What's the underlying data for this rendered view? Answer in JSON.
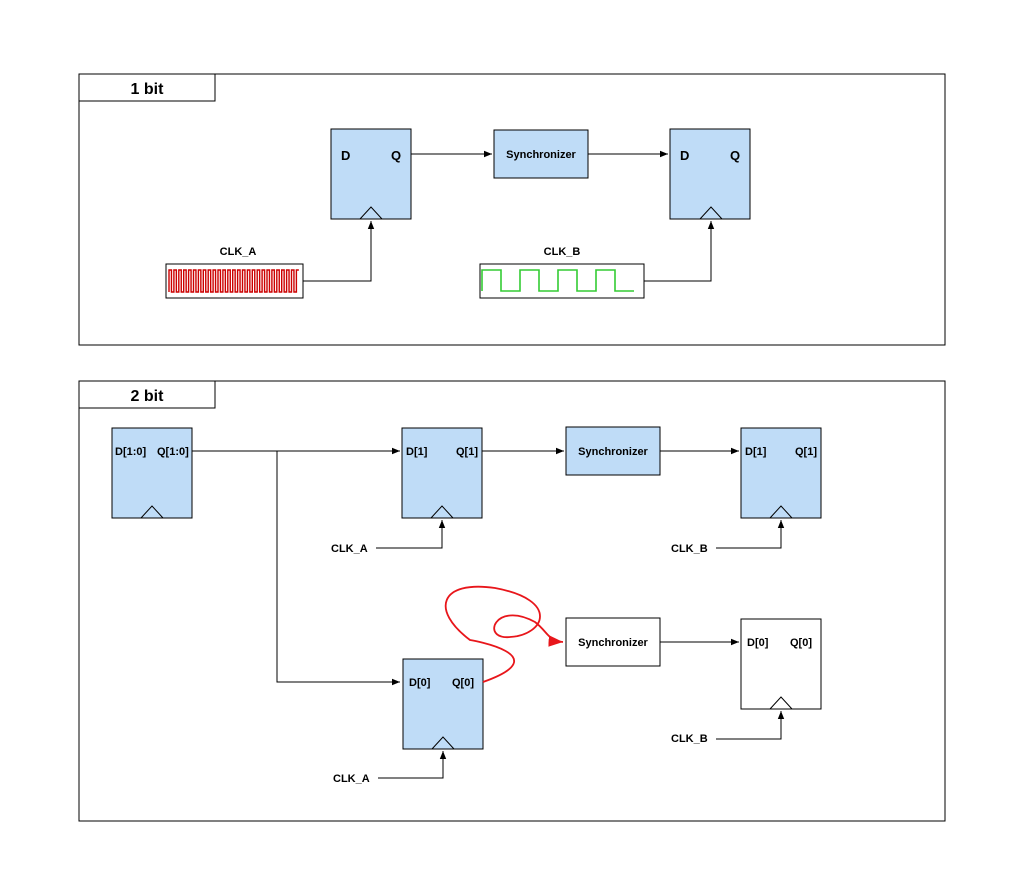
{
  "colors": {
    "block_fill": "#bfdcf7",
    "line": "#000000",
    "clk_a": "#cc0000",
    "clk_b": "#33cc33",
    "tangle": "#e8161b"
  },
  "panel_1bit": {
    "title": "1 bit",
    "ff_src": {
      "d": "D",
      "q": "Q"
    },
    "sync": "Synchronizer",
    "ff_dst": {
      "d": "D",
      "q": "Q"
    },
    "clk_a_label": "CLK_A",
    "clk_b_label": "CLK_B"
  },
  "panel_2bit": {
    "title": "2 bit",
    "ff_src": {
      "d": "D[1:0]",
      "q": "Q[1:0]"
    },
    "ff_b1_src": {
      "d": "D[1]",
      "q": "Q[1]"
    },
    "sync_b1": "Synchronizer",
    "ff_b1_dst": {
      "d": "D[1]",
      "q": "Q[1]"
    },
    "ff_b0_src": {
      "d": "D[0]",
      "q": "Q[0]"
    },
    "sync_b0": "Synchronizer",
    "ff_b0_dst": {
      "d": "D[0]",
      "q": "Q[0]"
    },
    "clk_a_b1": "CLK_A",
    "clk_b_b1": "CLK_B",
    "clk_a_b0": "CLK_A",
    "clk_b_b0": "CLK_B"
  }
}
